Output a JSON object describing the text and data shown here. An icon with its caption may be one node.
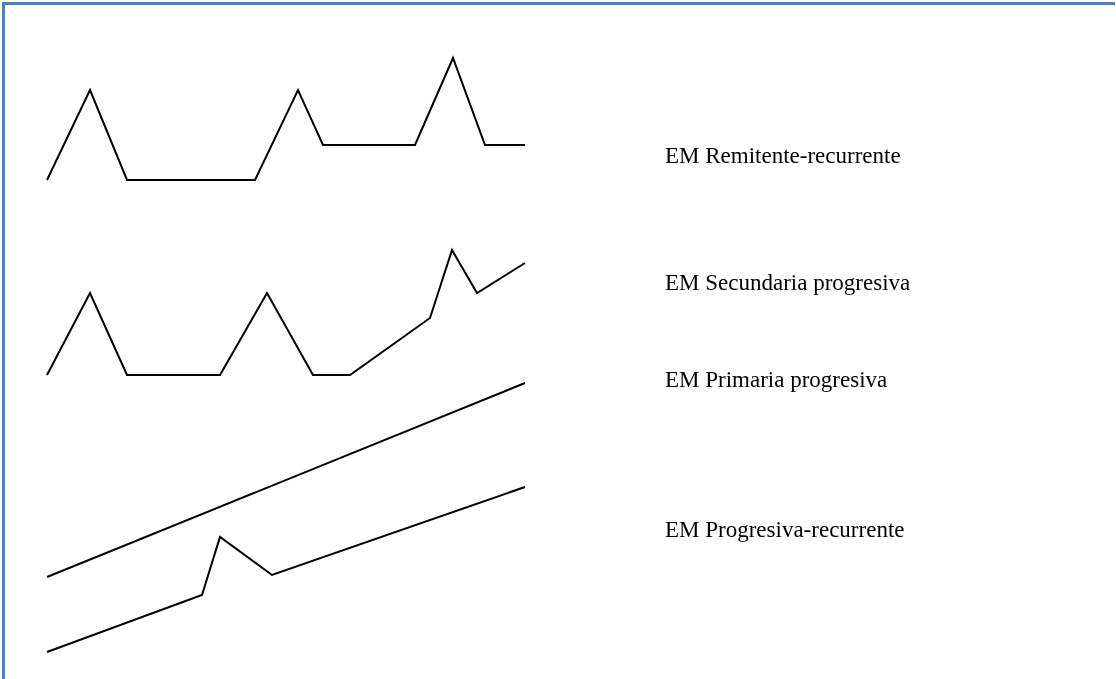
{
  "diagram": {
    "labels": [
      "EM Remitente-recurrente",
      "EM Secundaria progresiva",
      "EM Primaria progresiva",
      "EM Progresiva-recurrente"
    ]
  }
}
